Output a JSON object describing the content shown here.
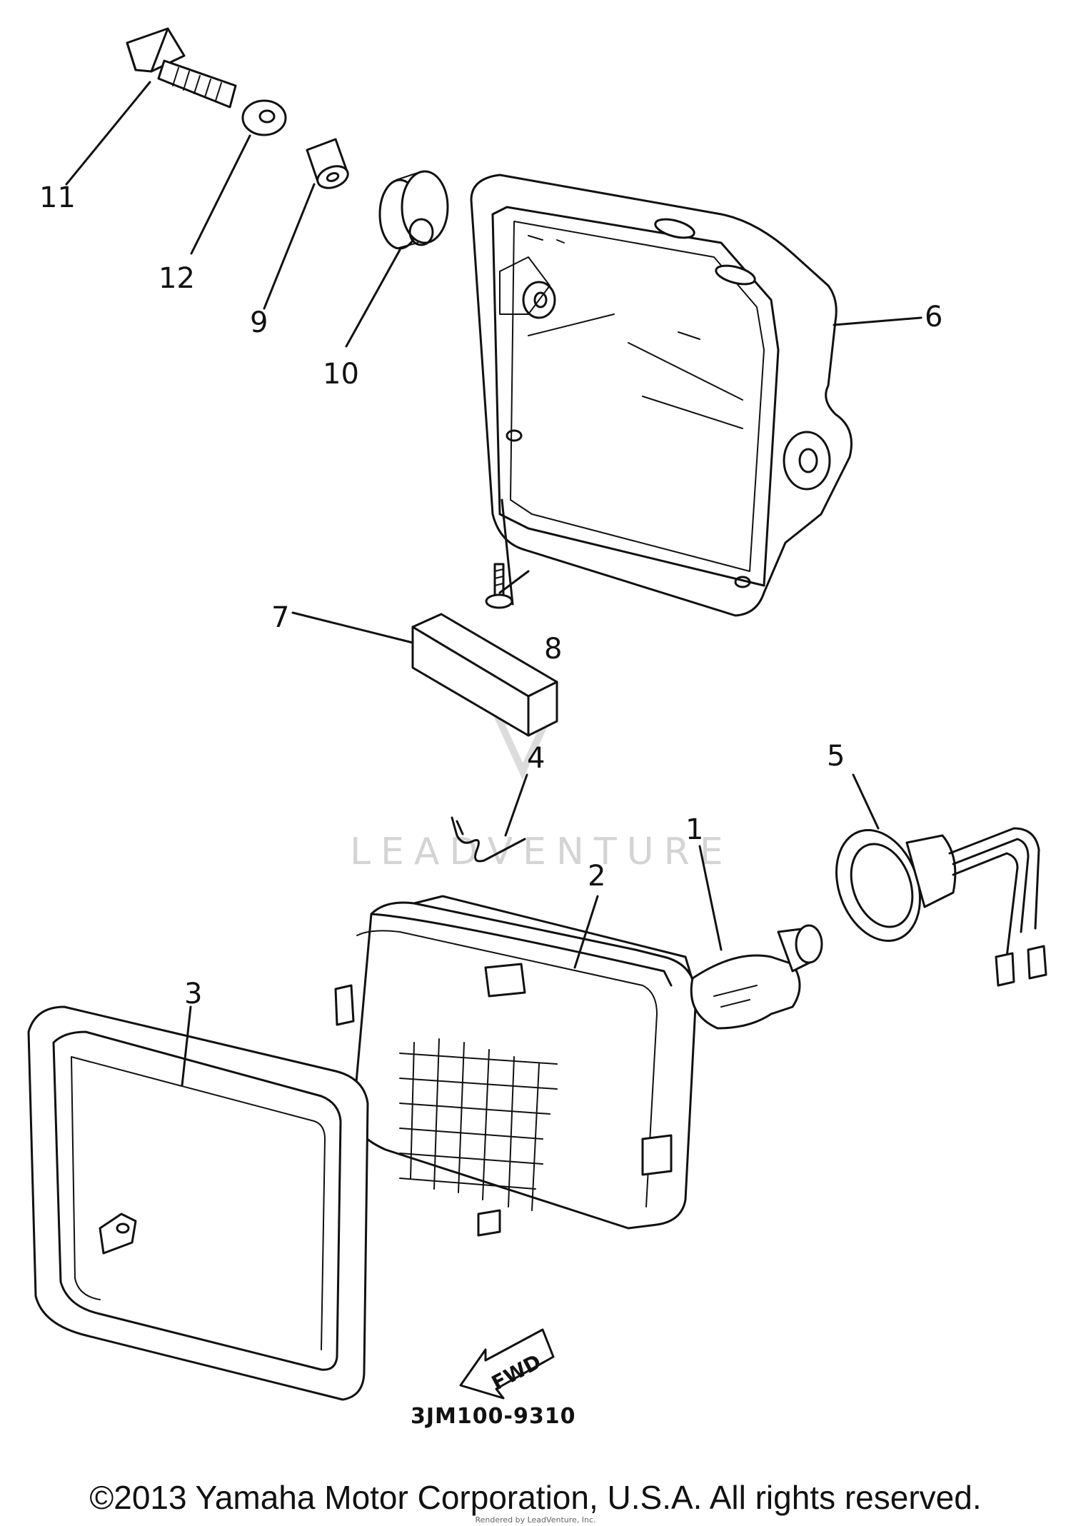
{
  "diagram": {
    "part_code": "3JM100-9310",
    "fwd_label": "FWD",
    "watermark": "LEADVENTURE",
    "callouts": {
      "c1": "1",
      "c2": "2",
      "c3": "3",
      "c4": "4",
      "c5": "5",
      "c6": "6",
      "c7": "7",
      "c8": "8",
      "c9": "9",
      "c10": "10",
      "c11": "11",
      "c12": "12"
    }
  },
  "footer": {
    "copyright": "©2013 Yamaha Motor Corporation, U.S.A. All rights reserved.",
    "rendered_by": "Rendered by LeadVenture, Inc."
  }
}
